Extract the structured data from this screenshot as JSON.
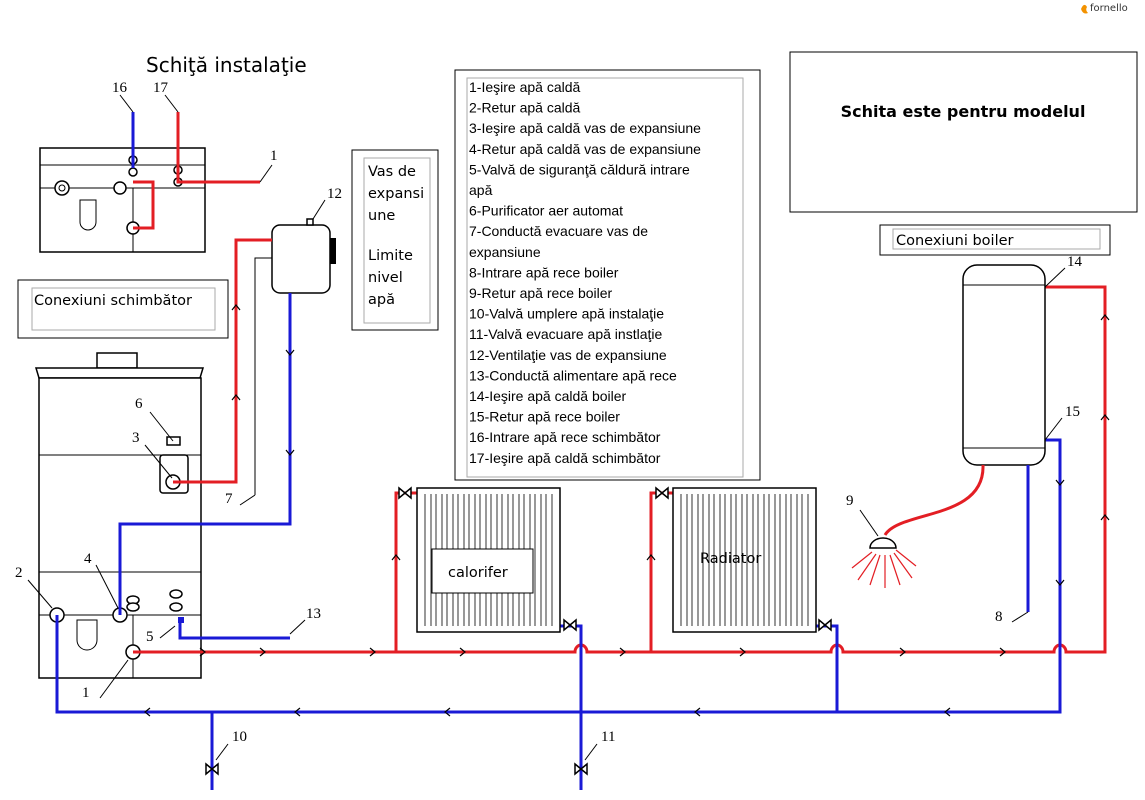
{
  "brand": {
    "name": "fornello"
  },
  "title": "Schiţă instalaţie",
  "expansion_box": {
    "line1": "Vas de",
    "line2": "expansi",
    "line3": "une",
    "line4": "Limite",
    "line5": "nivel",
    "line6": "apă"
  },
  "exchanger_box": {
    "label": "Conexiuni schimbător"
  },
  "boiler_box": {
    "label": "Conexiuni boiler"
  },
  "model_box": {
    "label": "Schita este pentru modelul"
  },
  "radiators": {
    "left_label": "calorifer",
    "right_label": "Radiator"
  },
  "legend": [
    "1-Ieşire apă caldă",
    "2-Retur apă caldă",
    "3-Ieşire apă caldă vas de expansiune",
    "4-Retur apă caldă vas de expansiune",
    "5-Valvă de siguranţă căldură intrare",
    "apă",
    "6-Purificator aer automat",
    "7-Conductă evacuare vas de",
    "expansiune",
    "8-Intrare apă rece boiler",
    "9-Retur apă rece boiler",
    "10-Valvă umplere apă instalaţie",
    "11-Valvă evacuare apă instlaţie",
    "12-Ventilaţie vas de expansiune",
    "13-Conductă alimentare apă rece",
    "14-Ieşire apă caldă boiler",
    "15-Retur apă rece boiler",
    "16-Intrare apă rece schimbător",
    "17-Ieşire apă caldă schimbător"
  ],
  "callouts": {
    "c1a": "1",
    "c1b": "1",
    "c2": "2",
    "c3": "3",
    "c4": "4",
    "c5": "5",
    "c6": "6",
    "c7": "7",
    "c8": "8",
    "c9": "9",
    "c10": "10",
    "c11": "11",
    "c12": "12",
    "c13": "13",
    "c14": "14",
    "c15": "15",
    "c16": "16",
    "c17": "17"
  },
  "colors": {
    "hot_pipe": "#e31e24",
    "cold_pipe": "#1a1ad6"
  }
}
